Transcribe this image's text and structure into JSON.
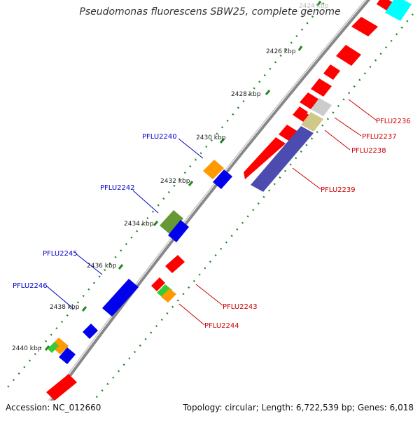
{
  "header": {
    "title": "Pseudomonas fluorescens SBW25, complete genome"
  },
  "footer": {
    "accession": "Accession: NC_012660",
    "summary": "Topology: circular; Length: 6,722,539 bp; Genes: 6,018"
  },
  "ticks": [
    {
      "label": "2424 kbp"
    },
    {
      "label": "2426 kbp"
    },
    {
      "label": "2428 kbp"
    },
    {
      "label": "2430 kbp"
    },
    {
      "label": "2432 kbp"
    },
    {
      "label": "2434 kbp"
    },
    {
      "label": "2436 kbp"
    },
    {
      "label": "2438 kbp"
    },
    {
      "label": "2440 kbp"
    }
  ],
  "gene_labels": {
    "PFLU2236": "PFLU2236",
    "PFLU2237": "PFLU2237",
    "PFLU2238": "PFLU2238",
    "PFLU2239": "PFLU2239",
    "PFLU2240": "PFLU2240",
    "PFLU2242": "PFLU2242",
    "PFLU2243": "PFLU2243",
    "PFLU2244": "PFLU2244",
    "PFLU2245": "PFLU2245",
    "PFLU2246": "PFLU2246"
  },
  "colors": {
    "forward_label": "#0000cc",
    "reverse_label": "#cc0000",
    "cds_red": "#ff0000",
    "cds_blue": "#0000ee",
    "cds_orange": "#ff9900",
    "cds_green": "#33cc33",
    "cds_olive": "#669933",
    "cds_purple": "#4b4bb0",
    "cds_khaki": "#cfc888",
    "cds_grey": "#cccccc",
    "cds_cyan": "#00ffff",
    "backbone": "#888888",
    "tick": "#1f8a1f"
  }
}
